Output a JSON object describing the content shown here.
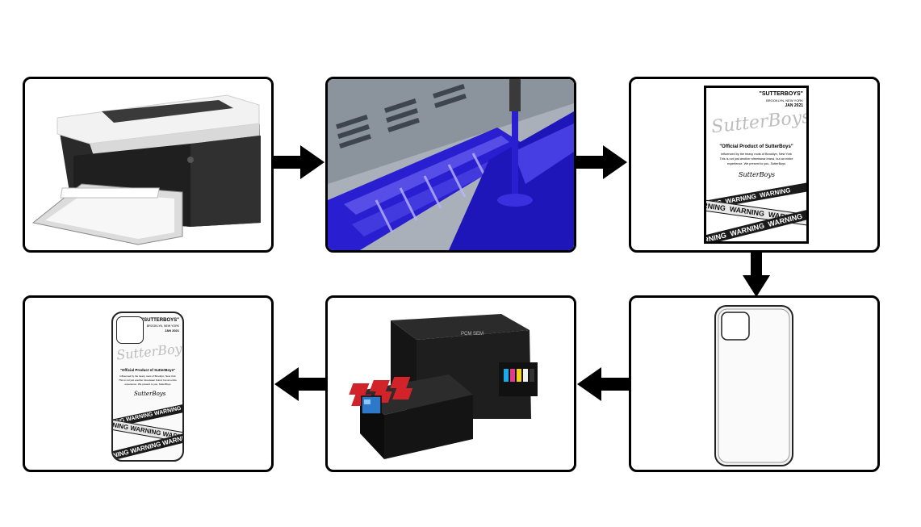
{
  "poster": {
    "brand": "\"SUTTERBOYS\"",
    "location": "BROOKLYN, NEW YORK",
    "date": "JAN 2021",
    "script": "SutterBoys",
    "headline": "\"Official Product of SutterBoys\"",
    "body_lines": [
      "Influenced by the heavy roots of Brooklyn, New York",
      "This is not just another streetwear brand, but an entire",
      "experience. We present to you, SutterBoys"
    ],
    "signature": "SutterBoys",
    "tape_text": "WARNING"
  },
  "printer": {
    "brand_label": "PCM SEM"
  },
  "colors": {
    "frame": "#000000",
    "ink_blue": "#2a1fd0",
    "machine_black": "#1c1c1c"
  }
}
